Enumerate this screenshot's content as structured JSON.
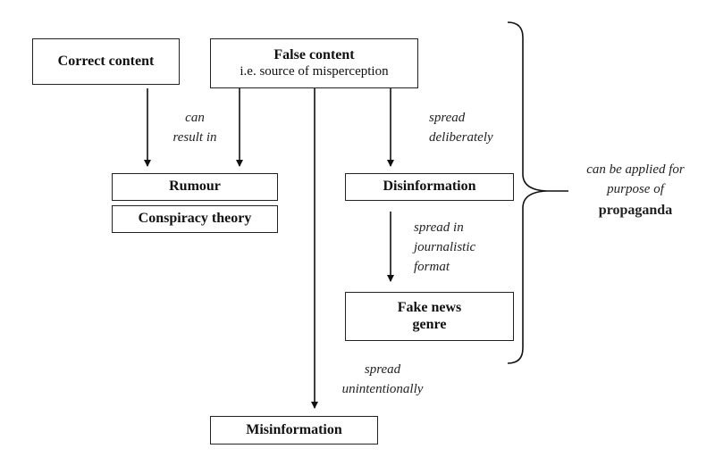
{
  "nodes": {
    "correct_content": "Correct content",
    "false_content": {
      "title": "False content",
      "subtitle": "i.e. source of misperception"
    },
    "rumour": "Rumour",
    "conspiracy_theory": "Conspiracy theory",
    "disinformation": "Disinformation",
    "fake_news": {
      "line1": "Fake news",
      "line2": "genre"
    },
    "misinformation": "Misinformation"
  },
  "edges": {
    "can_result_in": {
      "line1": "can",
      "line2": "result in"
    },
    "spread_deliberately": {
      "line1": "spread",
      "line2": "deliberately"
    },
    "spread_in_journalistic_format": {
      "line1": "spread in",
      "line2": "journalistic",
      "line3": "format"
    },
    "spread_unintentionally": {
      "line1": "spread",
      "line2": "unintentionally"
    }
  },
  "brace_label": {
    "line1": "can be applied for",
    "line2": "purpose of",
    "line3": "propaganda"
  }
}
